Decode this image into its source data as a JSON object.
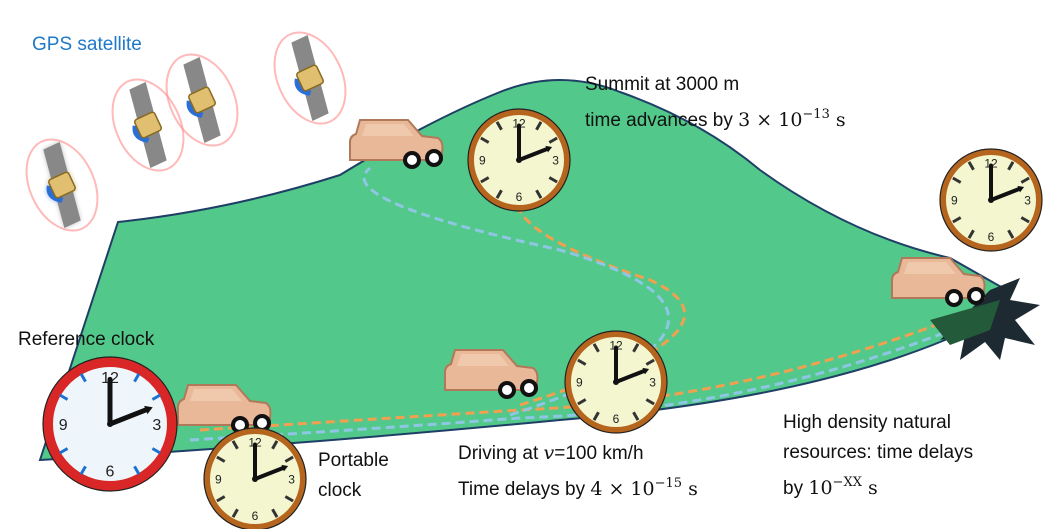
{
  "labels": {
    "gps": "GPS satellite",
    "reference": "Reference clock",
    "portable_line1": "Portable",
    "portable_line2": "clock",
    "summit_line1": "Summit at 3000 m",
    "summit_line2_text": "time advances by",
    "summit_math_mantissa": "3 × 10",
    "summit_math_exp": "−13",
    "summit_unit": "s",
    "driving_text": "Driving at",
    "driving_var": "v",
    "driving_speed": "=100 km/h",
    "delay_text": "Time delays by",
    "delay_math_mantissa": "4 × 10",
    "delay_math_exp": "−15",
    "delay_unit": "s",
    "density_line1": "High density natural",
    "density_line2": "resources: time delays",
    "density_by": "by",
    "density_math_base": "10",
    "density_math_exp": "−XX",
    "density_unit": "s"
  },
  "clock_numerals": [
    "12",
    "3",
    "6",
    "9"
  ],
  "colors": {
    "terrain": "#52c98a",
    "terrain_edge": "#1f3f66",
    "car_body": "#e8b898",
    "orange_path": "#f0a050",
    "blue_path": "#8ec6e4",
    "clock_rim": "#b5651d",
    "clock_face": "#f3f6cf",
    "reference_rim": "#d92626",
    "reference_face": "#eef6fb",
    "gps_text": "#1f78c8",
    "solar_panel": "#2a6fd6",
    "satellite_body": "#e0c070",
    "dark_mass": "#1e2a32"
  }
}
